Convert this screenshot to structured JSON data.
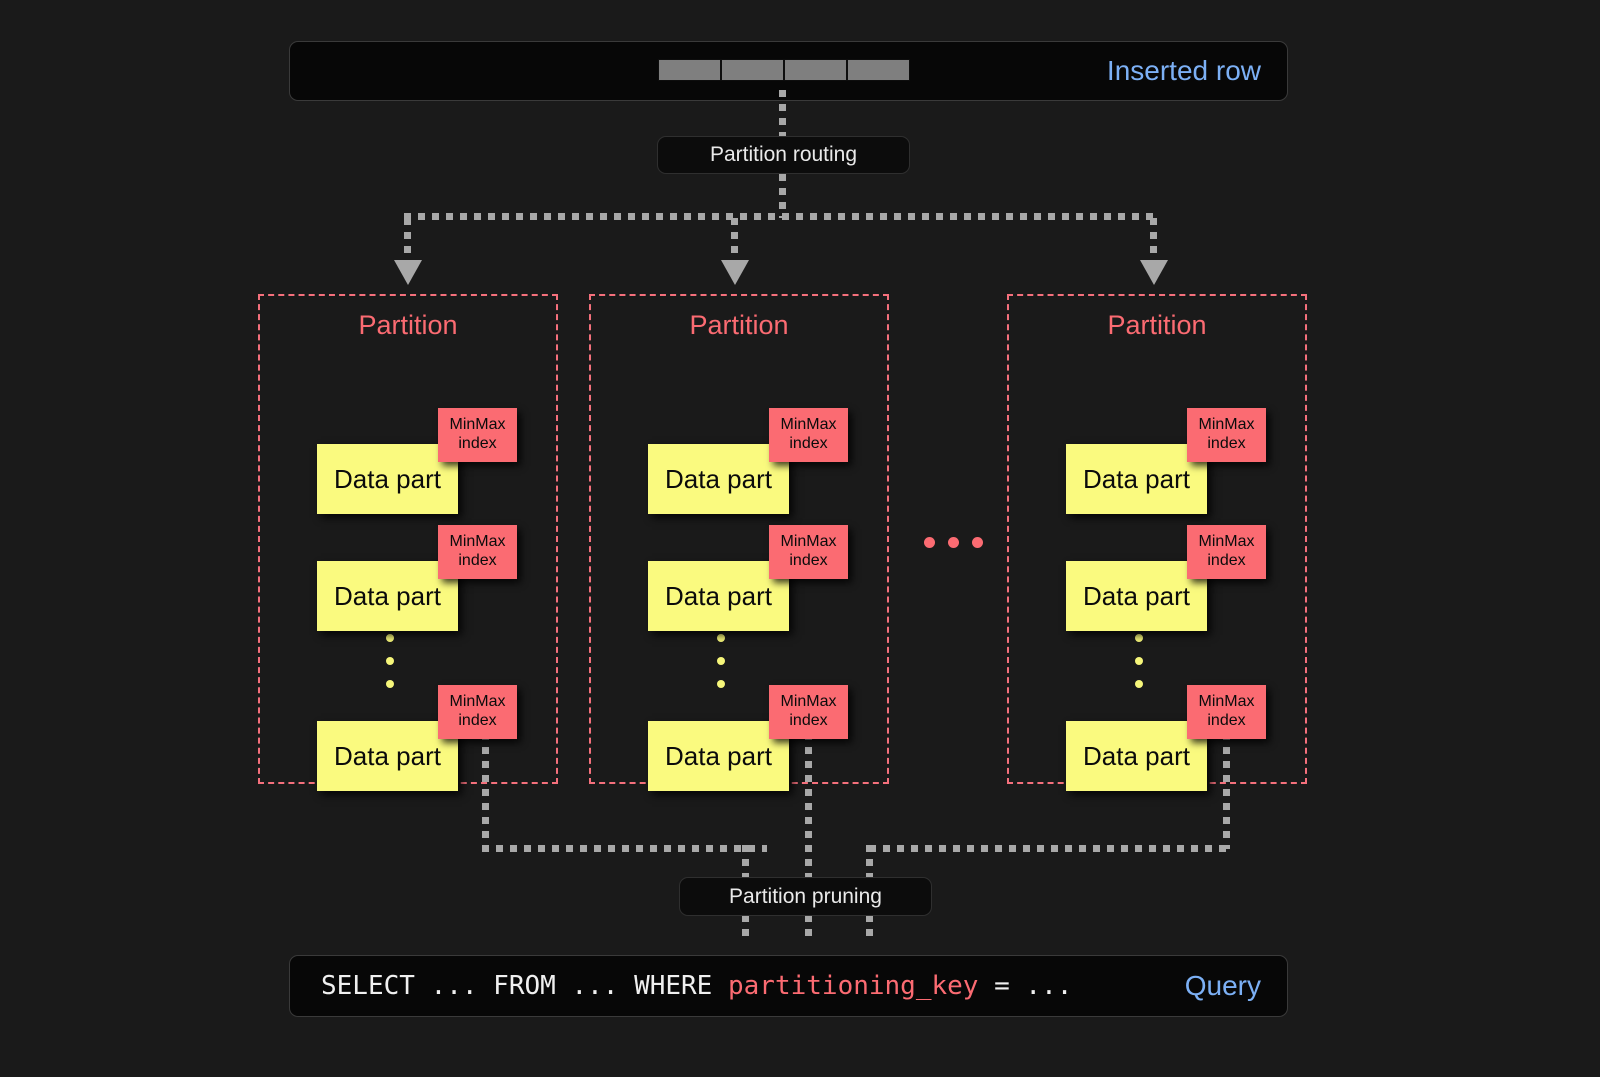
{
  "background_color": "#1a1a1a",
  "accent_colors": {
    "partition_red": "#fb6b72",
    "data_part_yellow": "#fafa7f",
    "label_blue": "#7cb0f5",
    "connector_gray": "#a8a8a8"
  },
  "top": {
    "panel_label": "Inserted row",
    "row_cells": [
      "",
      "",
      "",
      ""
    ],
    "routing_label": "Partition routing"
  },
  "partitions": [
    {
      "title": "Partition",
      "parts": [
        {
          "data_part_label": "Data part",
          "minmax_line1": "MinMax",
          "minmax_line2": "index"
        },
        {
          "data_part_label": "Data part",
          "minmax_line1": "MinMax",
          "minmax_line2": "index"
        },
        {
          "data_part_label": "Data part",
          "minmax_line1": "MinMax",
          "minmax_line2": "index"
        }
      ],
      "vertical_ellipsis": "⋮"
    },
    {
      "title": "Partition",
      "parts": [
        {
          "data_part_label": "Data part",
          "minmax_line1": "MinMax",
          "minmax_line2": "index"
        },
        {
          "data_part_label": "Data part",
          "minmax_line1": "MinMax",
          "minmax_line2": "index"
        },
        {
          "data_part_label": "Data part",
          "minmax_line1": "MinMax",
          "minmax_line2": "index"
        }
      ],
      "vertical_ellipsis": "⋮"
    },
    {
      "title": "Partition",
      "parts": [
        {
          "data_part_label": "Data part",
          "minmax_line1": "MinMax",
          "minmax_line2": "index"
        },
        {
          "data_part_label": "Data part",
          "minmax_line1": "MinMax",
          "minmax_line2": "index"
        },
        {
          "data_part_label": "Data part",
          "minmax_line1": "MinMax",
          "minmax_line2": "index"
        }
      ],
      "vertical_ellipsis": "⋮"
    }
  ],
  "between_partitions_ellipsis": "…",
  "bottom": {
    "pruning_label": "Partition pruning",
    "panel_label": "Query",
    "query_prefix": "SELECT ... FROM ... WHERE ",
    "query_keyword": "partitioning_key",
    "query_suffix": " = ..."
  }
}
